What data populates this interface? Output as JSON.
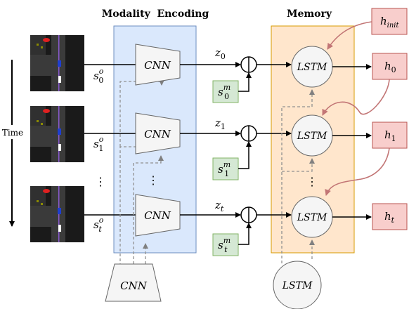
{
  "headers": {
    "encoding": "Modality  Encoding",
    "memory": "Memory"
  },
  "time_label": "Time",
  "cnn_label": "CNN",
  "lstm_label": "LSTM",
  "vdots": "⋮",
  "frames": [
    {
      "obs_main": "s",
      "obs_sup": "o",
      "obs_sub": "0"
    },
    {
      "obs_main": "s",
      "obs_sup": "o",
      "obs_sub": "1"
    },
    {
      "obs_main": "s",
      "obs_sup": "o",
      "obs_sub": "t"
    }
  ],
  "features": [
    {
      "main": "z",
      "sub": "0"
    },
    {
      "main": "z",
      "sub": "1"
    },
    {
      "main": "z",
      "sub": "t"
    }
  ],
  "measurements": [
    {
      "main": "s",
      "sup": "m",
      "sub": "0"
    },
    {
      "main": "s",
      "sup": "m",
      "sub": "1"
    },
    {
      "main": "s",
      "sup": "m",
      "sub": "t"
    }
  ],
  "hidden_states": [
    {
      "main": "h",
      "sub": "0"
    },
    {
      "main": "h",
      "sub": "1"
    },
    {
      "main": "h",
      "sub": "t"
    }
  ],
  "h_init": {
    "main": "h",
    "sub": "init"
  },
  "colors": {
    "encoding_fill": "#dae8fc",
    "encoding_stroke": "#6c8ebf",
    "memory_fill": "#ffe6cc",
    "memory_stroke": "#d79b00",
    "green_fill": "#d5e8d4",
    "green_stroke": "#82b366",
    "red_fill": "#f8cecc",
    "red_stroke": "#b85450",
    "gray_fill": "#f5f5f5",
    "gray_stroke": "#666666"
  }
}
